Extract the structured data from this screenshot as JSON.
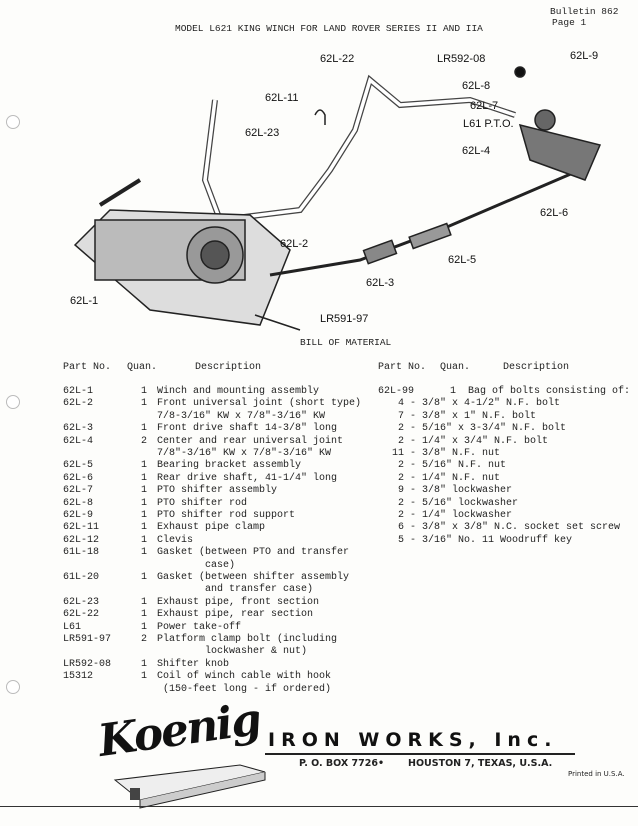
{
  "header": {
    "title": "MODEL L621 KING WINCH FOR LAND ROVER SERIES II AND IIA",
    "bulletin": "Bulletin 862",
    "page": "Page 1"
  },
  "diagram": {
    "labels": [
      "62L-22",
      "LR592-08",
      "62L-9",
      "62L-8",
      "62L-7",
      "L61 P.T.O.",
      "62L-11",
      "62L-23",
      "62L-4",
      "62L-6",
      "62L-2",
      "62L-5",
      "62L-3",
      "62L-1",
      "LR591-97"
    ],
    "caption": "BILL OF MATERIAL"
  },
  "table_headers": {
    "part_no": "Part No.",
    "quan": "Quan.",
    "description": "Description"
  },
  "left_parts": [
    {
      "part": "62L-1",
      "qty": "1",
      "desc": "Winch and mounting assembly"
    },
    {
      "part": "62L-2",
      "qty": "1",
      "desc": "Front universal joint (short type)"
    },
    {
      "part": "",
      "qty": "",
      "desc": "7/8-3/16\" KW x 7/8\"-3/16\" KW"
    },
    {
      "part": "62L-3",
      "qty": "1",
      "desc": "Front drive shaft 14-3/8\" long"
    },
    {
      "part": "62L-4",
      "qty": "2",
      "desc": "Center and rear universal joint"
    },
    {
      "part": "",
      "qty": "",
      "desc": "7/8\"-3/16\" KW x 7/8\"-3/16\" KW"
    },
    {
      "part": "62L-5",
      "qty": "1",
      "desc": "Bearing bracket assembly"
    },
    {
      "part": "62L-6",
      "qty": "1",
      "desc": "Rear drive shaft, 41-1/4\" long"
    },
    {
      "part": "62L-7",
      "qty": "1",
      "desc": "PTO shifter assembly"
    },
    {
      "part": "62L-8",
      "qty": "1",
      "desc": "PTO shifter rod"
    },
    {
      "part": "62L-9",
      "qty": "1",
      "desc": "PTO shifter rod support"
    },
    {
      "part": "62L-11",
      "qty": "1",
      "desc": "Exhaust pipe clamp"
    },
    {
      "part": "62L-12",
      "qty": "1",
      "desc": "Clevis"
    },
    {
      "part": "61L-18",
      "qty": "1",
      "desc": "Gasket (between PTO and transfer"
    },
    {
      "part": "",
      "qty": "",
      "desc": "        case)"
    },
    {
      "part": "61L-20",
      "qty": "1",
      "desc": "Gasket (between shifter assembly"
    },
    {
      "part": "",
      "qty": "",
      "desc": "        and transfer case)"
    },
    {
      "part": "62L-23",
      "qty": "1",
      "desc": "Exhaust pipe, front section"
    },
    {
      "part": "62L-22",
      "qty": "1",
      "desc": "Exhaust pipe, rear section"
    },
    {
      "part": "L61",
      "qty": "1",
      "desc": "Power take-off"
    },
    {
      "part": "LR591-97",
      "qty": "2",
      "desc": "Platform clamp bolt (including"
    },
    {
      "part": "",
      "qty": "",
      "desc": "        lockwasher & nut)"
    },
    {
      "part": "LR592-08",
      "qty": "1",
      "desc": "Shifter knob"
    },
    {
      "part": "15312",
      "qty": "1",
      "desc": "Coil of winch cable with hook"
    },
    {
      "part": "",
      "qty": "",
      "desc": " (150-feet long - if ordered)"
    }
  ],
  "right_parts": {
    "main": {
      "part": "62L-99",
      "qty": "1",
      "desc": "Bag of bolts consisting of:"
    },
    "items": [
      "4 - 3/8\" x 4-1/2\" N.F. bolt",
      "7 - 3/8\" x 1\" N.F. bolt",
      "2 - 5/16\" x 3-3/4\" N.F. bolt",
      "2 - 1/4\" x 3/4\" N.F. bolt",
      "11 - 3/8\" N.F. nut",
      "2 - 5/16\" N.F. nut",
      "2 - 1/4\" N.F. nut",
      "9 - 3/8\" lockwasher",
      "2 - 5/16\" lockwasher",
      "2 - 1/4\" lockwasher",
      "6 - 3/8\" x 3/8\" N.C. socket set screw",
      "5 - 3/16\" No. 11 Woodruff key"
    ]
  },
  "footer": {
    "logo": "Koenig",
    "company": "IRON WORKS, Inc.",
    "po_box": "P. O. BOX 7726",
    "bullet": "•",
    "city": "HOUSTON 7, TEXAS, U.S.A.",
    "printed": "Printed in U.S.A."
  }
}
